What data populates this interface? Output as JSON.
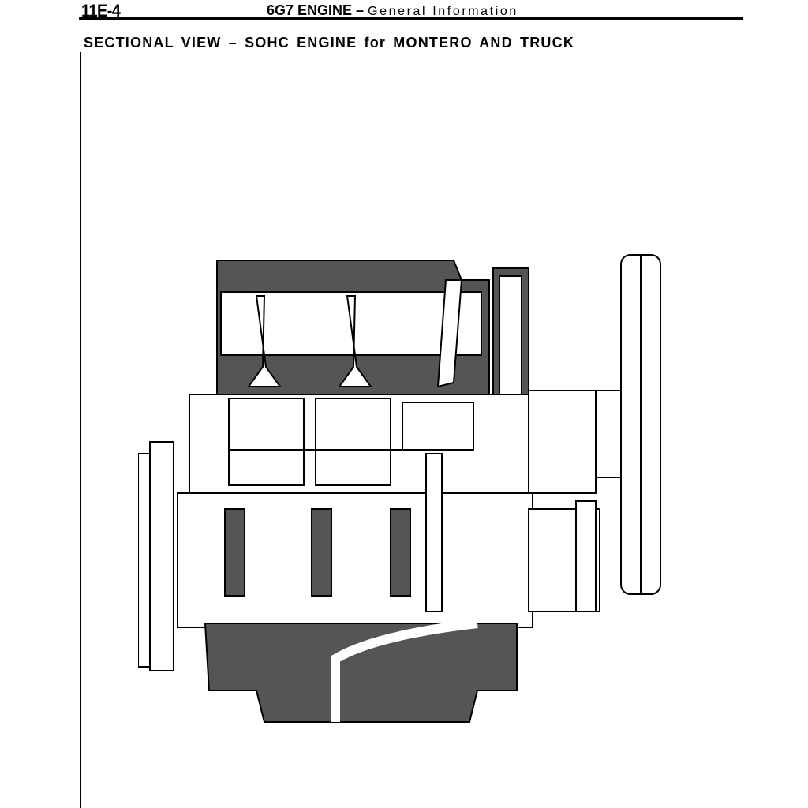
{
  "header": {
    "page_number": "11E-4",
    "chapter": "6G7 ENGINE –",
    "subtitle": "General Information"
  },
  "section": {
    "title": "SECTIONAL VIEW – SOHC ENGINE for MONTERO AND TRUCK"
  },
  "figure": {
    "subject": "engine-sectional-view"
  }
}
